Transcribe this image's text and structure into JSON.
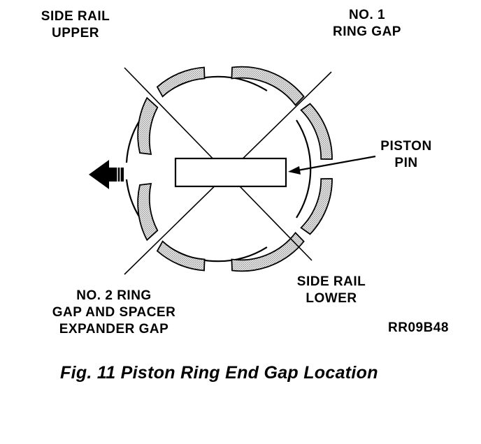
{
  "labels": {
    "side_rail_upper": [
      "SIDE RAIL",
      "UPPER"
    ],
    "no1_ring_gap": [
      "NO. 1",
      "RING GAP"
    ],
    "piston_pin": [
      "PISTON",
      "PIN"
    ],
    "no2_ring_gap": [
      "NO. 2 RING",
      "GAP AND SPACER",
      "EXPANDER GAP"
    ],
    "side_rail_lower": [
      "SIDE RAIL",
      "LOWER"
    ],
    "figure_code": "RR09B48"
  },
  "caption": "Fig. 11 Piston Ring End Gap Location",
  "icons": {
    "front_arrow": "front-direction-arrow-icon"
  },
  "colors": {
    "ink": "#000000",
    "ring_shade": "#bdbdbd",
    "background": "#ffffff"
  }
}
